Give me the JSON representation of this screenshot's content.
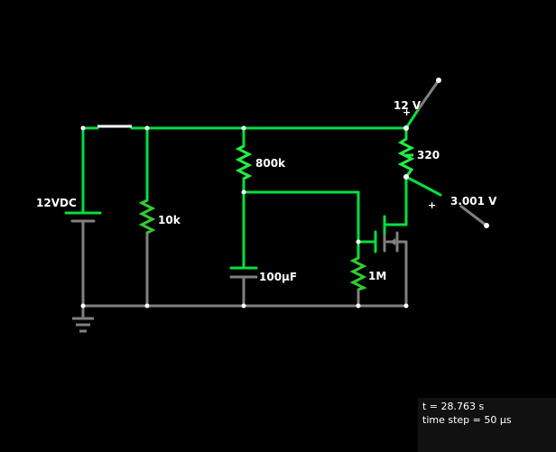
{
  "colors": {
    "background": "#000000",
    "live_wire": "#00e040",
    "ground_wire": "#808080",
    "node": "#ffffff",
    "label": "#ffffff"
  },
  "components": {
    "battery_label": "12VDC",
    "resistor_10k": "10k",
    "resistor_800k": "800k",
    "capacitor": "100µF",
    "resistor_1m": "1M",
    "potentiometer": "320",
    "rail_voltage": "12 V",
    "rail_plus": "+",
    "probe_voltage": "3.001 V",
    "probe_plus": "+"
  },
  "status": {
    "time": "t = 28.763 s",
    "time_step": "time step = 50 µs"
  }
}
